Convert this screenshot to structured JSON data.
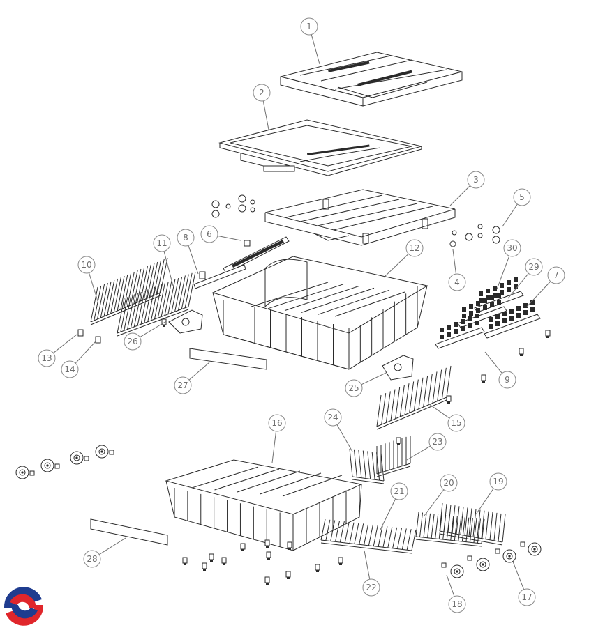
{
  "callouts": [
    "1",
    "2",
    "3",
    "4",
    "5",
    "6",
    "7",
    "8",
    "9",
    "10",
    "11",
    "12",
    "13",
    "14",
    "15",
    "16",
    "17",
    "18",
    "19",
    "20",
    "21",
    "22",
    "23",
    "24",
    "25",
    "26",
    "27",
    "28",
    "29",
    "30"
  ],
  "colors": {
    "line": "#2a2a2a",
    "callout_stroke": "#8a8a8a",
    "callout_text": "#6e6e6e",
    "logo_red": "#e0262b",
    "logo_blue": "#1f3c8f"
  },
  "logo": {
    "icon": "brand-swirl-logo"
  }
}
